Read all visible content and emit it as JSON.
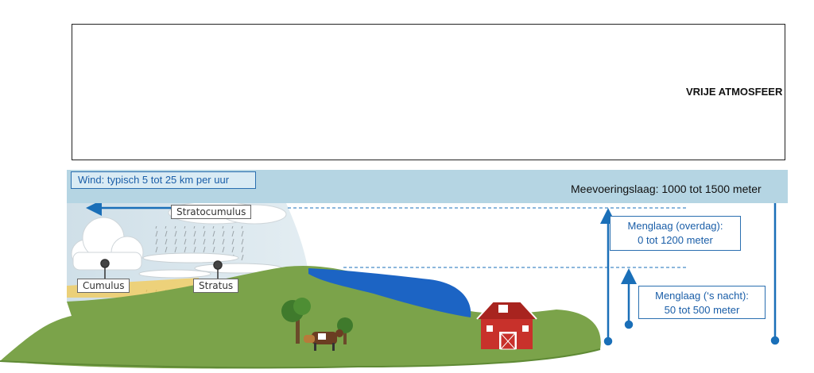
{
  "free_atmosphere": {
    "label": "VRIJE ATMOSFEER"
  },
  "entrainment_layer": {
    "wind_label": "Wind: typisch 5 tot 25 km per uur",
    "label": "Meevoeringslaag: 1000 tot 1500 meter"
  },
  "clouds": {
    "stratocumulus": "Stratocumulus",
    "cumulus": "Cumulus",
    "stratus": "Stratus"
  },
  "mixing_layer_day": {
    "line1": "Menglaag (overdag):",
    "line2": "0 tot 1200 meter"
  },
  "mixing_layer_night": {
    "line1": "Menglaag (‘s nacht):",
    "line2": "50 tot 500 meter"
  },
  "colors": {
    "band": "#b5d5e3",
    "arrow": "#1a6fb8",
    "grass": "#7ba34a",
    "water": "#1c64c4",
    "barn": "#c8312b",
    "sun": "#f6c21c"
  },
  "icons": [
    "sun-icon",
    "airplane-icon",
    "cloud-icon",
    "barn-icon",
    "cow-icon",
    "tree-icon"
  ]
}
